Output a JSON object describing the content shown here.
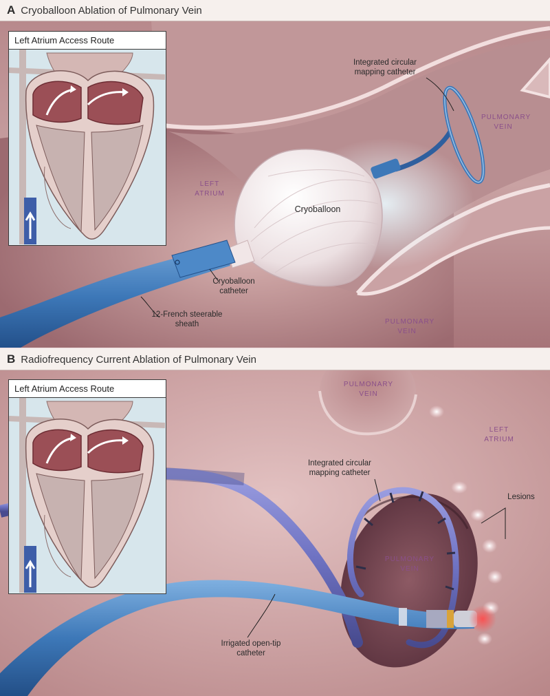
{
  "colors": {
    "tissue": "#c79a9c",
    "tissue_dark": "#8d5a64",
    "sheath_blue": "#3d78b8",
    "catheter_purple": "#6e72c2",
    "balloon": "#efe4e6",
    "lesion": "#fde8ec",
    "label_purple": "#8a4f8a"
  },
  "panel_a": {
    "letter": "A",
    "title": "Cryoballoon Ablation of Pulmonary Vein",
    "inset_title": "Left Atrium Access Route",
    "labels": {
      "mapping_catheter": "Integrated circular mapping catheter",
      "pulmonary_vein_top": "PULMONARY VEIN",
      "left_atrium": "LEFT ATRIUM",
      "cryoballoon": "Cryoballoon",
      "cryoballoon_catheter": "Cryoballoon catheter",
      "sheath": "12-French steerable sheath",
      "pulmonary_vein_bottom": "PULMONARY VEIN"
    }
  },
  "panel_b": {
    "letter": "B",
    "title": "Radiofrequency Current Ablation of Pulmonary Vein",
    "inset_title": "Left Atrium Access Route",
    "labels": {
      "pulmonary_vein_top": "PULMONARY VEIN",
      "left_atrium": "LEFT ATRIUM",
      "mapping_catheter": "Integrated circular mapping catheter",
      "lesions": "Lesions",
      "pulmonary_vein_center": "PULMONARY VEIN",
      "irrigated_catheter": "Irrigated open-tip catheter"
    }
  }
}
